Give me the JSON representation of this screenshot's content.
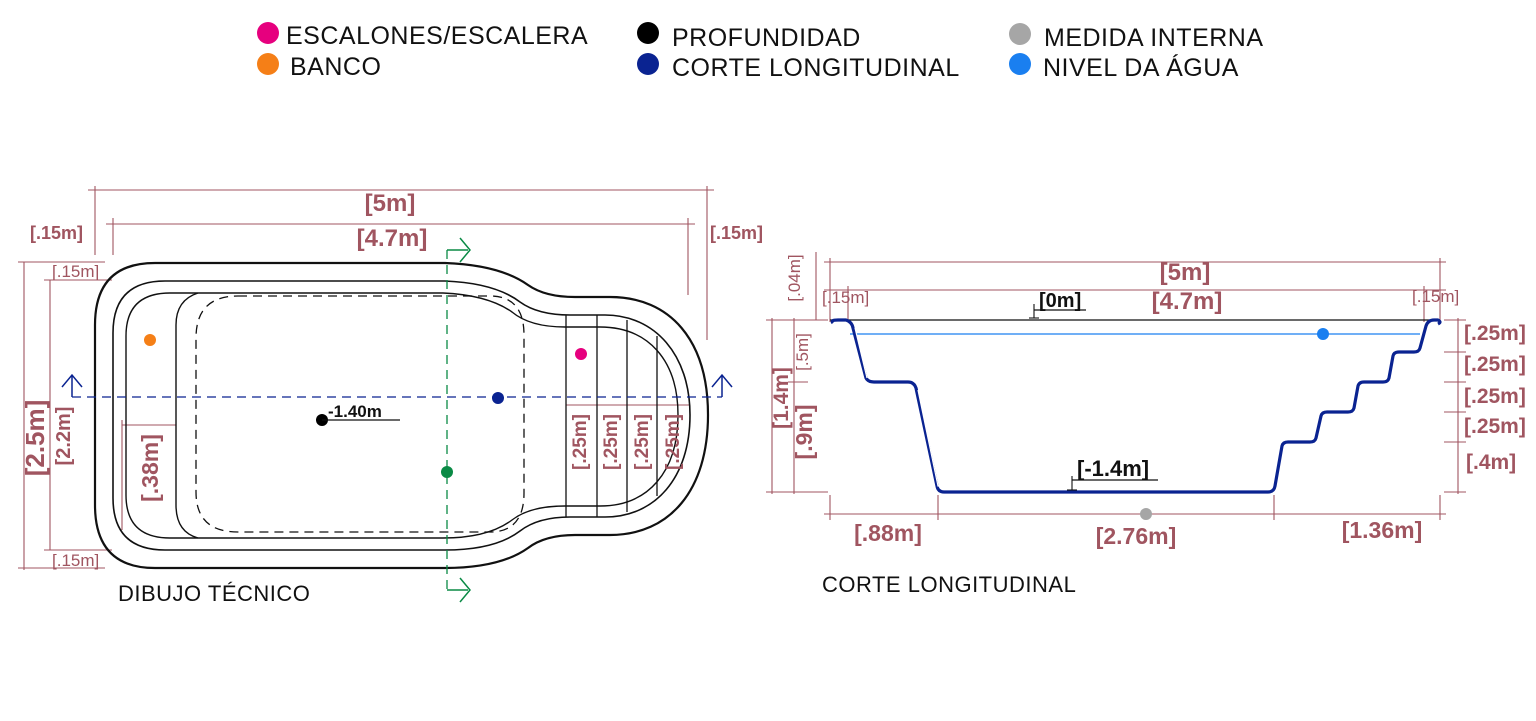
{
  "legend": {
    "items": [
      {
        "label": "ESCALONES/ESCALERA",
        "color": "#e6007e"
      },
      {
        "label": "BANCO",
        "color": "#f57f17"
      },
      {
        "label": "PROFUNDIDAD",
        "color": "#000000"
      },
      {
        "label": "CORTE LONGITUDINAL",
        "color": "#0a2391"
      },
      {
        "label": "MEDIDA INTERNA",
        "color": "#a6a6a6"
      },
      {
        "label": "NIVEL DA ÁGUA",
        "color": "#1a7ff0"
      }
    ]
  },
  "plan": {
    "caption": "DIBUJO TÉCNICO",
    "dims": {
      "total_length": "[5m]",
      "inner_length": "[4.7m]",
      "edge_left": "[.15m]",
      "edge_right": "[.15m]",
      "edge_top": "[.15m]",
      "edge_bottom": "[.15m]",
      "total_width": "[2.5m]",
      "inner_width": "[2.2m]",
      "bench": "[.38m]",
      "depth": "-1.40m",
      "step1": "[.25m]",
      "step2": "[.25m]",
      "step3": "[.25m]",
      "step4": "[.25m]"
    }
  },
  "section": {
    "caption": "CORTE LONGITUDINAL",
    "dims": {
      "total_length": "[5m]",
      "inner_length": "[4.7m]",
      "edge_left": "[.15m]",
      "edge_right": "[.15m]",
      "rim_height": "[.04m]",
      "water_level": "[.5m]",
      "total_depth": "[1.4m]",
      "lower_depth": "[.9m]",
      "zero_level": "[0m]",
      "bottom_level": "[-1.4m]",
      "left_slope": "[.88m]",
      "floor_length": "[2.76m]",
      "right_steps": "[1.36m]",
      "rise1": "[.25m]",
      "rise2": "[.25m]",
      "rise3": "[.25m]",
      "rise4": "[.25m]",
      "rise5": "[.4m]"
    }
  }
}
